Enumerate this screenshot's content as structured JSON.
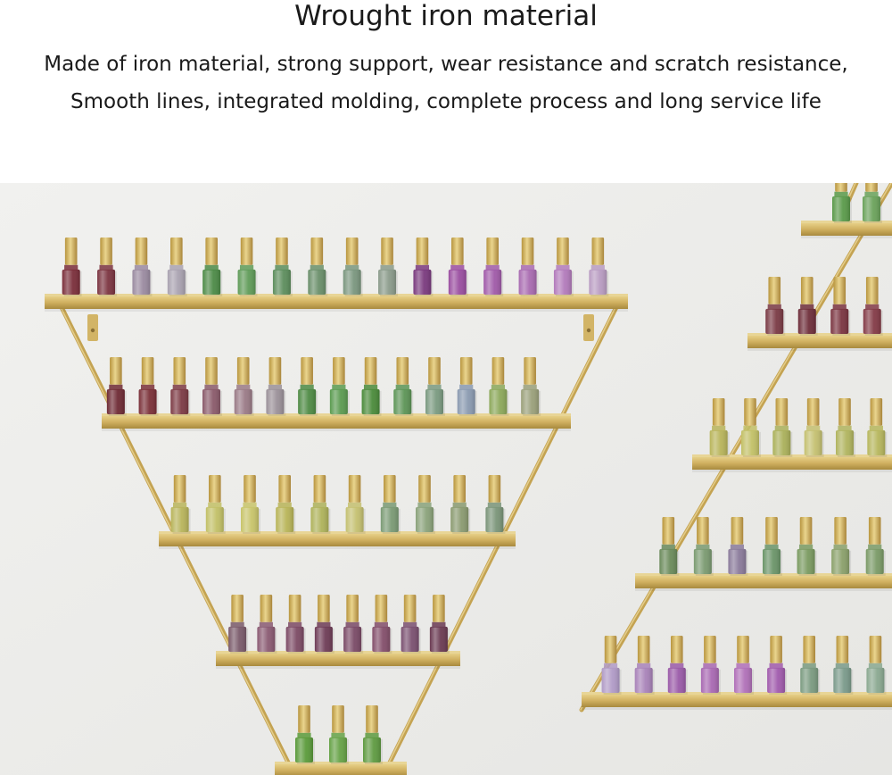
{
  "heading": {
    "title": "Wrought iron material",
    "line1": "Made of iron material, strong support, wear resistance and scratch resistance,",
    "line2": "Smooth lines, integrated molding, complete process and long service life"
  },
  "colors": {
    "background": "#ffffff",
    "wall": "#efefed",
    "gold": "#cfaf5f",
    "text": "#1a1a1a"
  }
}
